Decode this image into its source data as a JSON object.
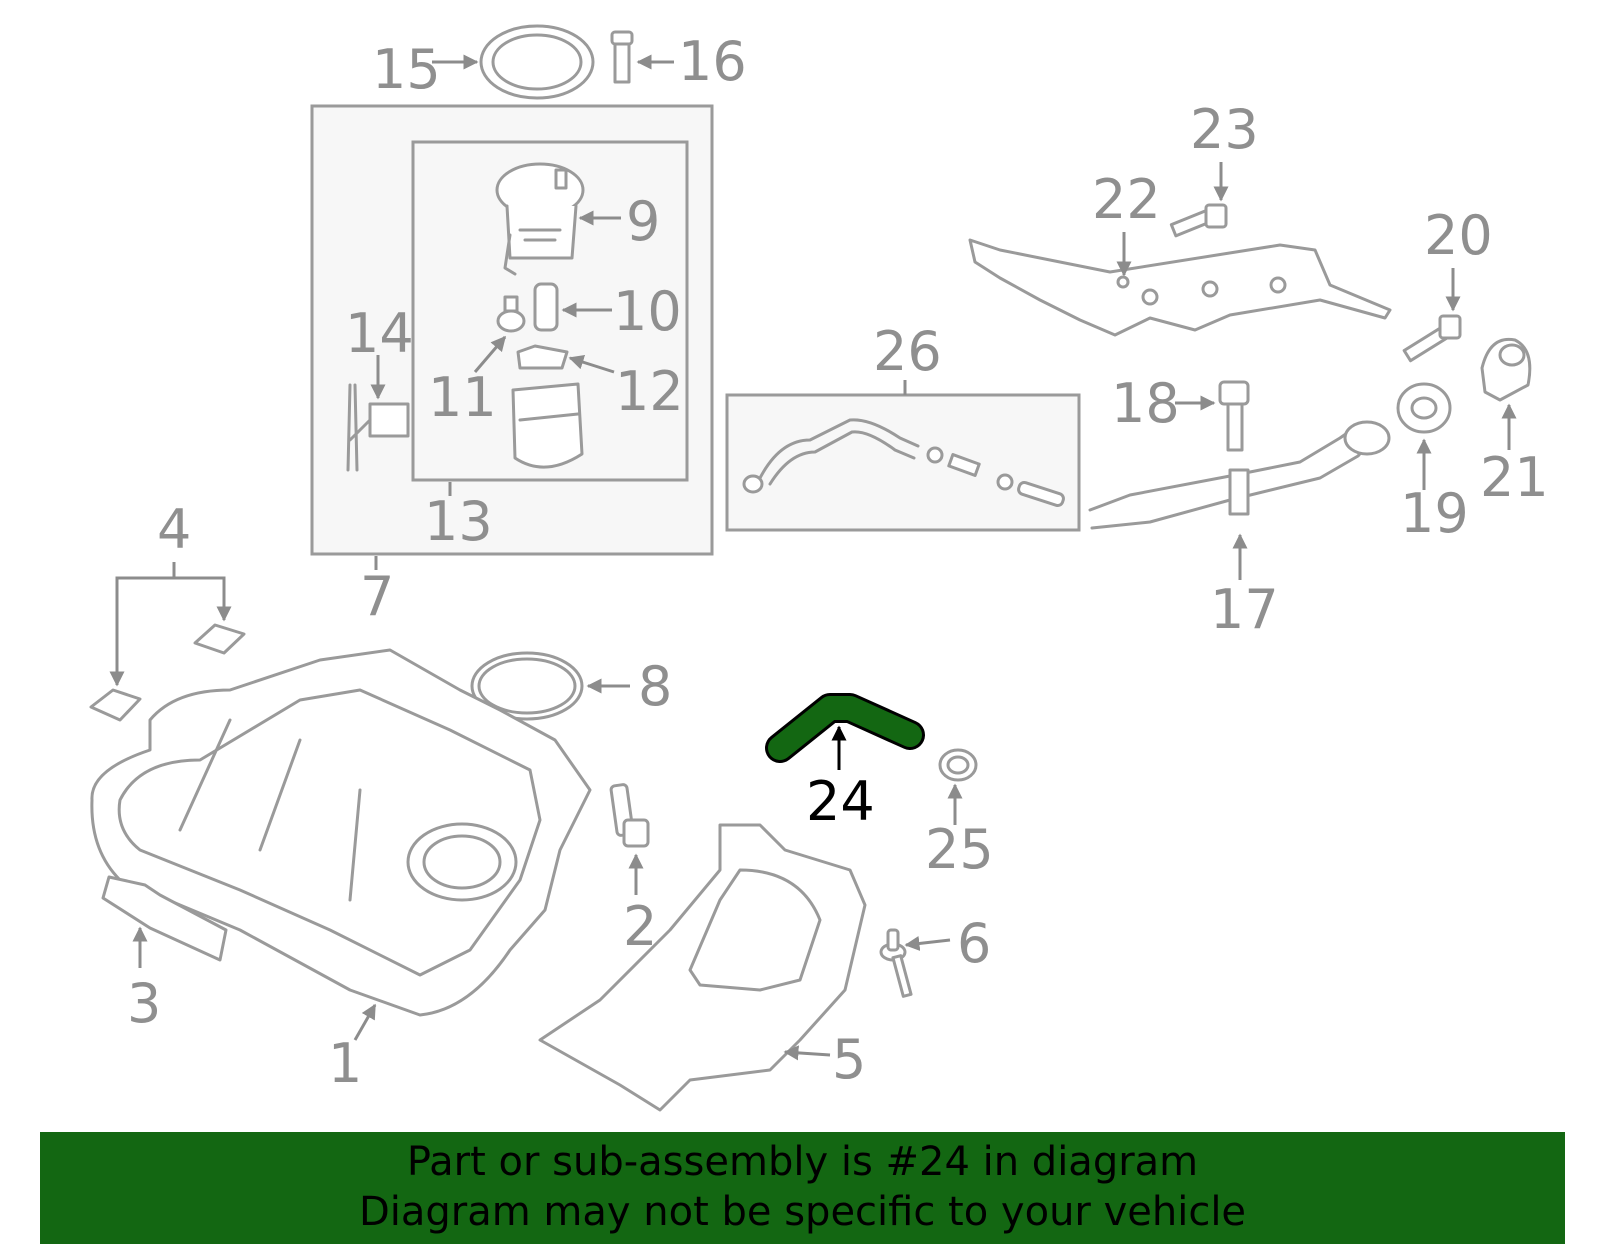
{
  "callouts": {
    "c1": "1",
    "c2": "2",
    "c3": "3",
    "c4": "4",
    "c5": "5",
    "c6": "6",
    "c7": "7",
    "c8": "8",
    "c9": "9",
    "c10": "10",
    "c11": "11",
    "c12": "12",
    "c13": "13",
    "c14": "14",
    "c15": "15",
    "c16": "16",
    "c17": "17",
    "c18": "18",
    "c19": "19",
    "c20": "20",
    "c21": "21",
    "c22": "22",
    "c23": "23",
    "c24": "24",
    "c25": "25",
    "c26": "26"
  },
  "highlight": {
    "part_number": "24",
    "color": "#136712"
  },
  "colors": {
    "line": "#9a9a9a",
    "banner": "#136712"
  },
  "banner": {
    "line1": "Part or sub-assembly is #24 in diagram",
    "line2": "Diagram may not be specific to your vehicle"
  }
}
